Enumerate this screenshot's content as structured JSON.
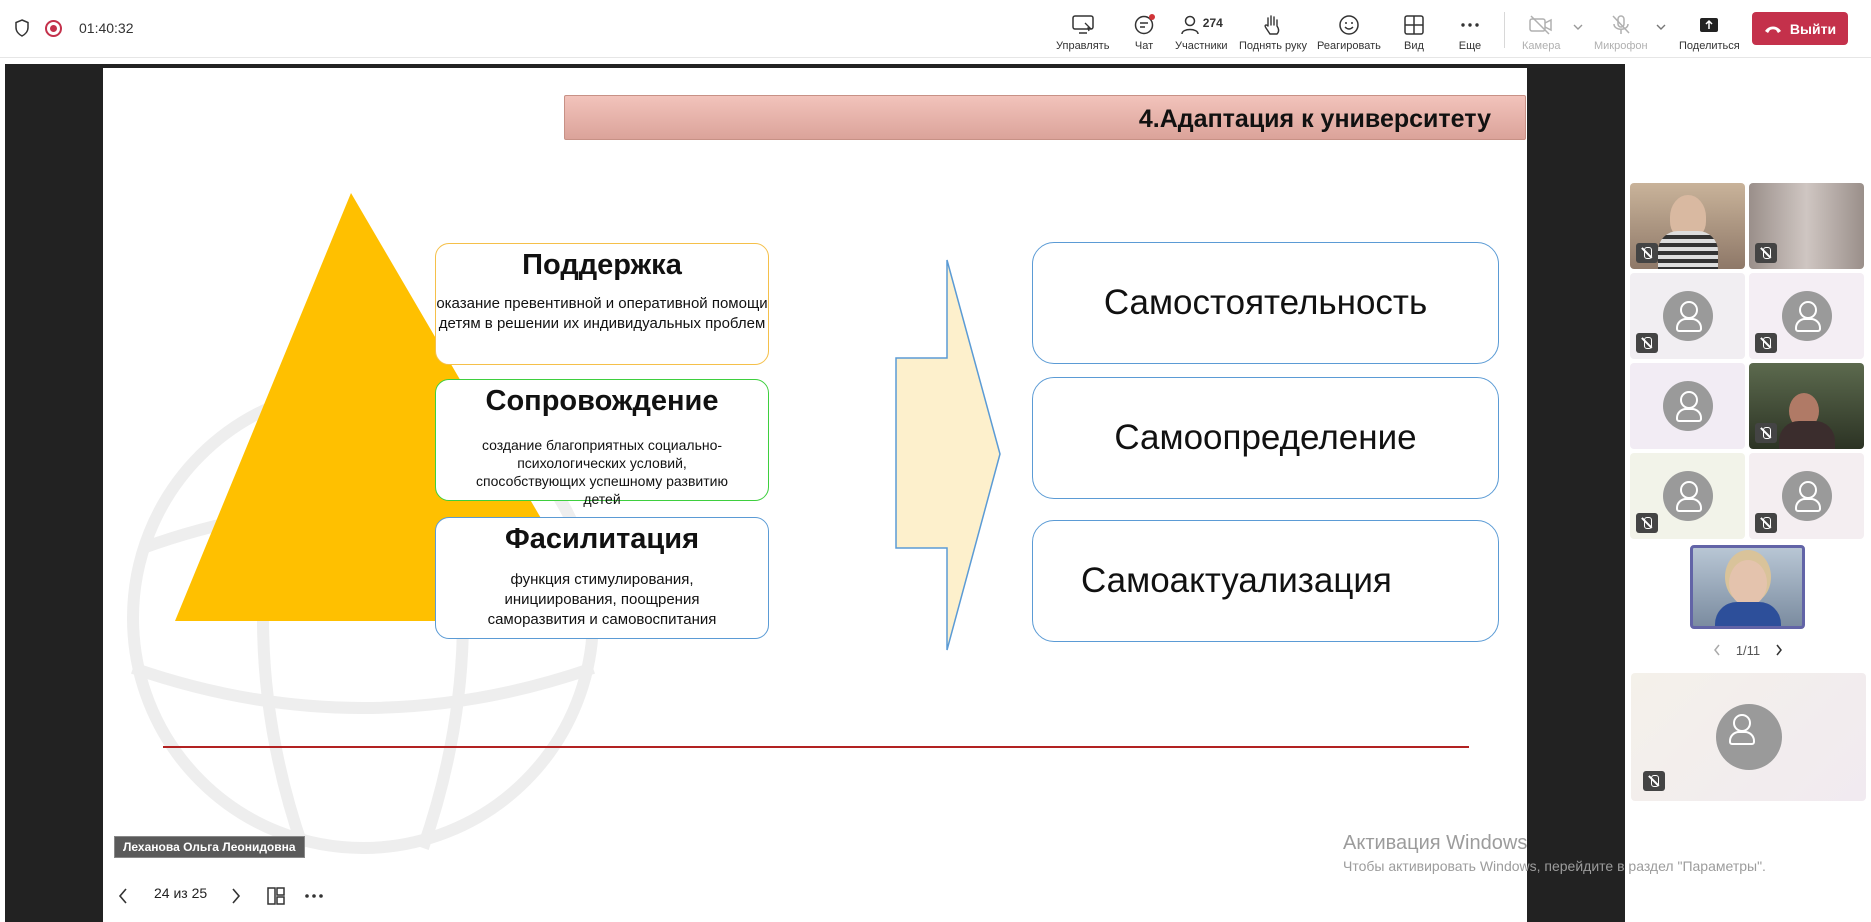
{
  "header": {
    "timer": "01:40:32",
    "tools": [
      {
        "label": "Управлять",
        "icon": "manage-icon"
      },
      {
        "label": "Чат",
        "icon": "chat-icon"
      },
      {
        "label": "Участники",
        "icon": "people-icon",
        "count": "274"
      },
      {
        "label": "Поднять руку",
        "icon": "raise-hand-icon"
      },
      {
        "label": "Реагировать",
        "icon": "react-icon"
      },
      {
        "label": "Вид",
        "icon": "view-icon"
      },
      {
        "label": "Еще",
        "icon": "more-icon"
      },
      {
        "label": "Камера",
        "icon": "camera-off-icon"
      },
      {
        "label": "Микрофон",
        "icon": "mic-off-icon"
      },
      {
        "label": "Поделиться",
        "icon": "share-icon"
      }
    ],
    "leave_label": "Выйти",
    "colors": {
      "record": "#c4314b",
      "leave": "#c4314b"
    }
  },
  "slide": {
    "title": "4.Адаптация к университету",
    "cards": [
      {
        "title": "Поддержка",
        "text": "оказание превентивной и оперативной помощи детям в решении их индивидуальных проблем",
        "border": "#f5c04a"
      },
      {
        "title": "Сопровождение",
        "text": "создание благоприятных социально-психологических условий, способствующих успешному развитию детей",
        "border": "#3ecf3e"
      },
      {
        "title": "Фасилитация",
        "text": "функция стимулирования, инициирования, поощрения саморазвития и самовоспитания",
        "border": "#5b9bd5"
      }
    ],
    "outcomes": [
      "Самостоятельность",
      "Самоопределение",
      "Самоактуализация"
    ],
    "colors": {
      "pyramid": "#ffc000",
      "arrow_fill": "#fdf0cc",
      "arrow_stroke": "#5b9bd5",
      "line": "#b22222"
    }
  },
  "presenter_name": "Леханова Ольга Леонидовна",
  "slide_controls": {
    "counter": "24 из 25"
  },
  "watermark": {
    "line1": "Активация Windows",
    "line2": "Чтобы активировать Windows, перейдите в раздел \"Параметры\"."
  },
  "gallery": {
    "pager": "1/11"
  }
}
